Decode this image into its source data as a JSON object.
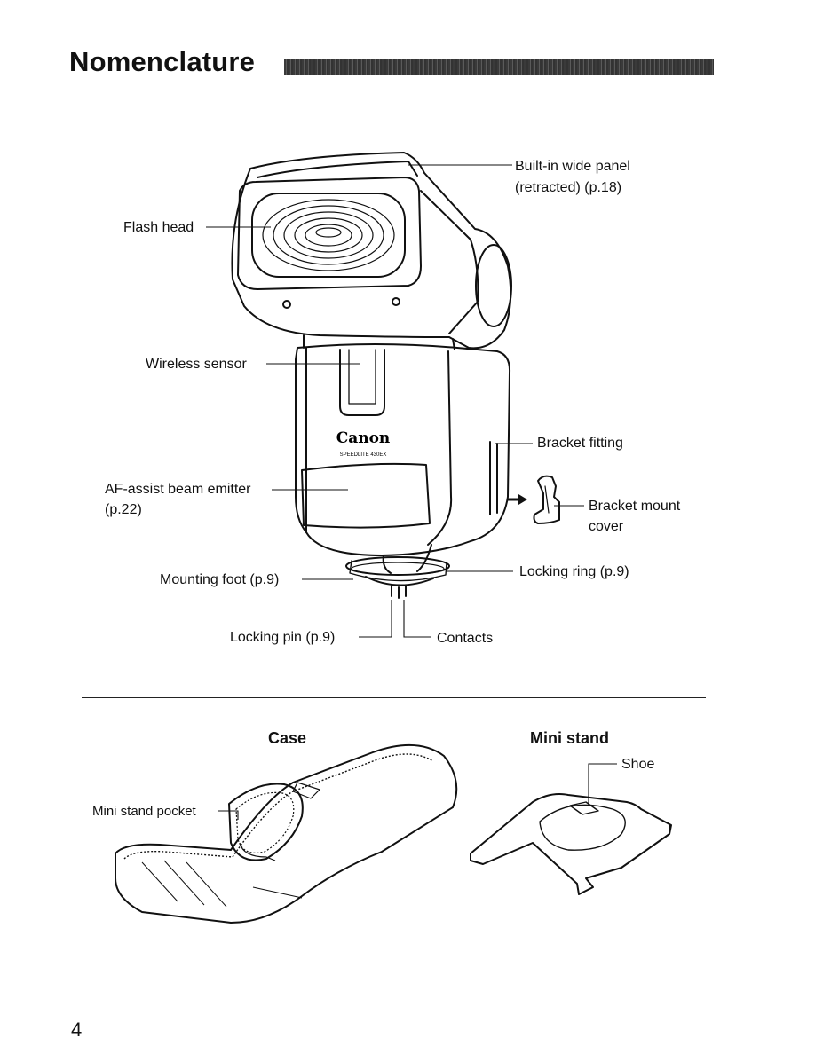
{
  "page": {
    "title": "Nomenclature",
    "page_number": "4"
  },
  "flash": {
    "brand": "Canon",
    "model": "SPEEDLITE 430EX",
    "labels": {
      "wide_panel_1": "Built-in wide panel",
      "wide_panel_2": "(retracted) (p.18)",
      "flash_head": "Flash head",
      "wireless_sensor": "Wireless sensor",
      "bracket_fitting": "Bracket fitting",
      "af_assist_1": "AF-assist beam emitter",
      "af_assist_2": "(p.22)",
      "bracket_cover_1": "Bracket mount",
      "bracket_cover_2": "cover",
      "locking_ring": "Locking ring (p.9)",
      "mounting_foot": "Mounting foot (p.9)",
      "locking_pin": "Locking pin (p.9)",
      "contacts": "Contacts"
    }
  },
  "accessories": {
    "case_title": "Case",
    "mini_stand_title": "Mini stand",
    "mini_stand_pocket": "Mini stand pocket",
    "shoe": "Shoe"
  }
}
